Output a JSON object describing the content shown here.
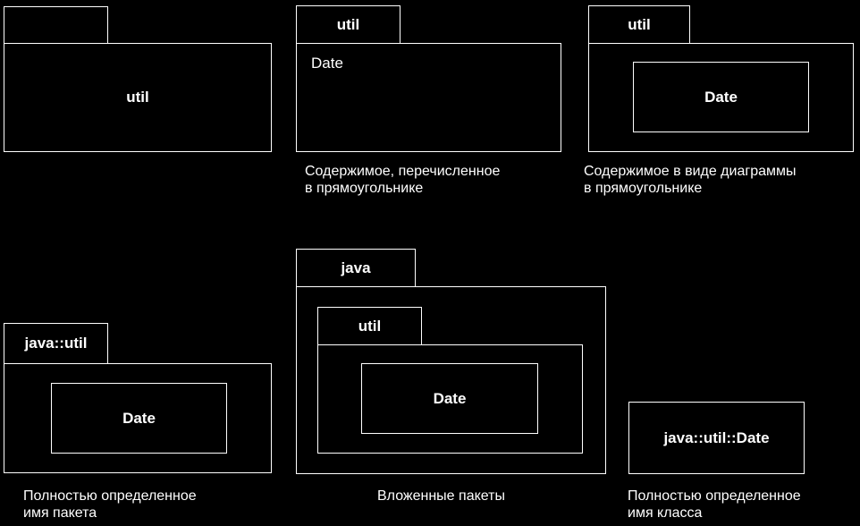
{
  "packages": {
    "p1": {
      "tab_label": "",
      "body_label": "util"
    },
    "p2": {
      "tab_label": "util",
      "content_text": "Date",
      "caption_line1": "Содержимое, перечисленное",
      "caption_line2": "в прямоугольнике"
    },
    "p3": {
      "tab_label": "util",
      "inner_label": "Date",
      "caption_line1": "Содержимое в виде диаграммы",
      "caption_line2": "в прямоугольнике"
    },
    "p4": {
      "tab_label": "java::util",
      "inner_label": "Date",
      "caption_line1": "Полностью определенное",
      "caption_line2": "имя пакета"
    },
    "p5": {
      "outer_tab_label": "java",
      "inner_tab_label": "util",
      "inner_label": "Date",
      "caption": "Вложенные пакеты"
    },
    "p6": {
      "class_label": "java::util::Date",
      "caption_line1": "Полностью определенное",
      "caption_line2": "имя класса"
    }
  }
}
